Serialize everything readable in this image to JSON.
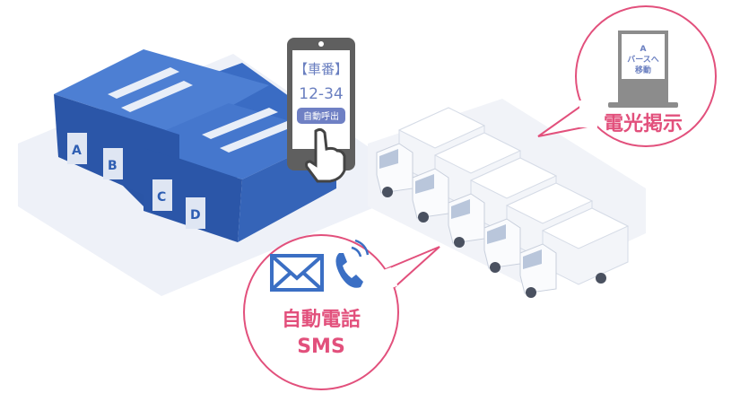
{
  "warehouse": {
    "doors": [
      "A",
      "B",
      "C",
      "D"
    ]
  },
  "phone": {
    "title": "【車番】",
    "number": "12-34",
    "button": "自動呼出"
  },
  "signboard": {
    "line1": "A",
    "line2": "バースへ",
    "line3": "移動",
    "caption": "電光掲示"
  },
  "contact": {
    "caption1": "自動電話",
    "caption2": "SMS"
  },
  "colors": {
    "accent": "#e2507c",
    "warehouse": "#2f5fb3",
    "phone": "#606060",
    "button": "#6f80c4"
  }
}
